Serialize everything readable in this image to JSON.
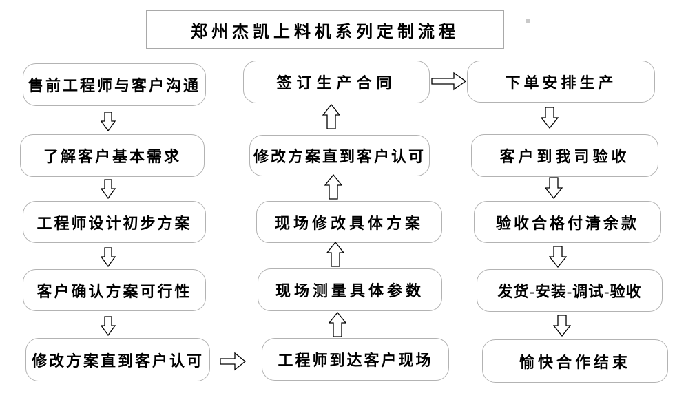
{
  "title": {
    "text": "郑州杰凯上料机系列定制流程"
  },
  "colors": {
    "background": "#ffffff",
    "box_border": "#b3b3b3",
    "title_border": "#a9a9a9",
    "text": "#000000",
    "arrow_outline": "#000000",
    "arrow_fill": "#ffffff"
  },
  "cols": {
    "left": [
      "售前工程师与客户沟通",
      "了解客户基本需求",
      "工程师设计初步方案",
      "客户确认方案可行性",
      "修改方案直到客户认可"
    ],
    "middle": [
      "签订生产合同",
      "修改方案直到客户认可",
      "现场修改具体方案",
      "现场测量具体参数",
      "工程师到达客户现场"
    ],
    "right": [
      "下单安排生产",
      "客户到我司验收",
      "验收合格付清余款",
      "发货-安装-调试-验收",
      "愉快合作结束"
    ]
  },
  "icons": {
    "down_arrow": "hollow-block-arrow-down",
    "up_arrow": "hollow-block-arrow-up",
    "right_arrow": "hollow-block-arrow-right"
  },
  "flow": {
    "left_column_direction": "top-to-bottom",
    "middle_column_direction": "bottom-to-top",
    "right_column_direction": "top-to-bottom",
    "connectors": [
      "left-bottom to middle-bottom (right arrow)",
      "middle-top to right-top (right arrow)"
    ]
  }
}
